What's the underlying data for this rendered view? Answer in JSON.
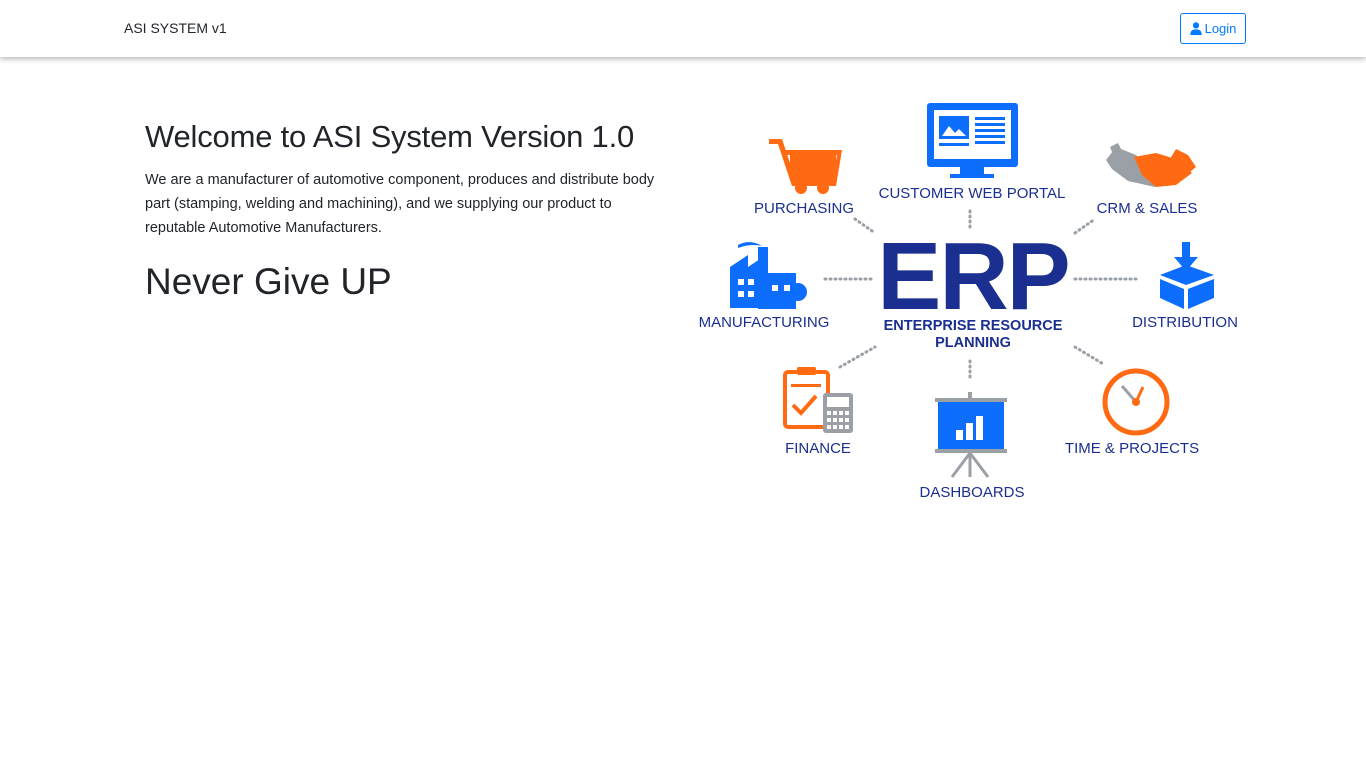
{
  "navbar": {
    "brand": "ASI SYSTEM v1",
    "login_label": "Login"
  },
  "hero": {
    "title": "Welcome to ASI System Version 1.0",
    "description": "We are a manufacturer of automotive component, produces and distribute body part (stamping, welding and machining), and we supplying our product to reputable Automotive Manufacturers.",
    "motto": "Never Give UP"
  },
  "diagram": {
    "center_title": "ERP",
    "center_subtitle_line1": "ENTERPRISE RESOURCE",
    "center_subtitle_line2": "PLANNING",
    "modules": {
      "purchasing": "PURCHASING",
      "customer_web_portal": "CUSTOMER WEB PORTAL",
      "crm_sales": "CRM & SALES",
      "manufacturing": "MANUFACTURING",
      "distribution": "DISTRIBUTION",
      "finance": "FINANCE",
      "dashboards": "DASHBOARDS",
      "time_projects": "TIME & PROJECTS"
    },
    "colors": {
      "primary_blue": "#0d6efd",
      "dark_blue": "#1a2f8f",
      "orange": "#ff6a13",
      "gray": "#9aa0a6"
    }
  }
}
